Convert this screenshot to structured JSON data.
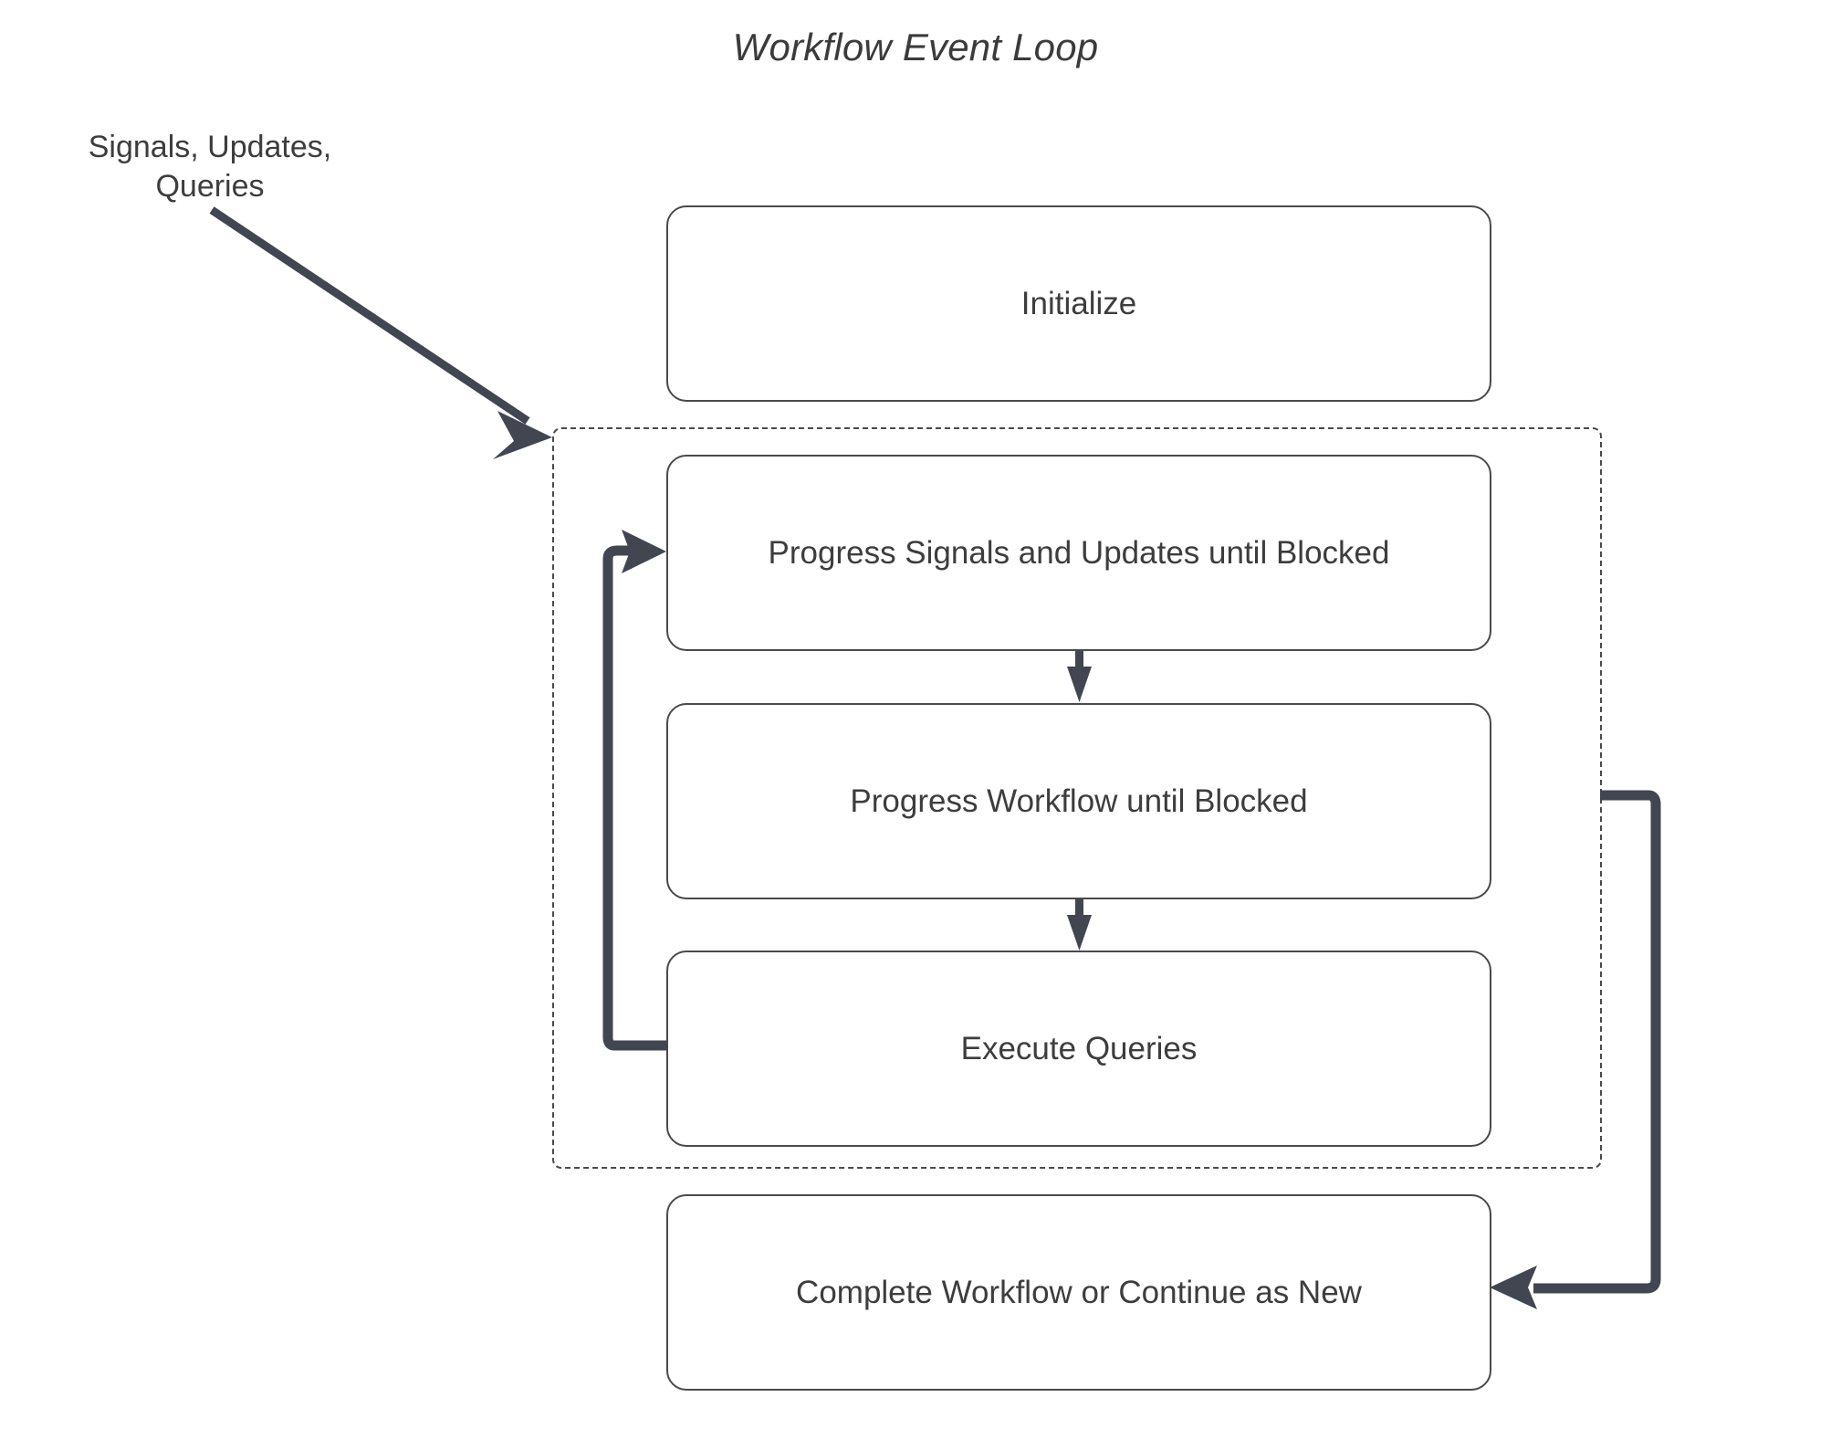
{
  "diagram": {
    "title": "Workflow Event Loop",
    "type": "flowchart",
    "accent_color": "#414651",
    "border_color": "#4a4a4a",
    "text_color": "#3d3d3d",
    "background_color": "#ffffff"
  },
  "external_labels": [
    {
      "name": "signals-updates-queries-label",
      "line1": "Signals, Updates,",
      "line2": "Queries"
    }
  ],
  "nodes": [
    {
      "id": "initialize",
      "label": "Initialize"
    },
    {
      "id": "progress-signals",
      "label": "Progress Signals and Updates until Blocked"
    },
    {
      "id": "progress-workflow",
      "label": "Progress Workflow until Blocked"
    },
    {
      "id": "execute-queries",
      "label": "Execute Queries"
    },
    {
      "id": "complete-workflow",
      "label": "Complete Workflow or Continue as New"
    }
  ],
  "groups": [
    {
      "id": "event-loop-group",
      "label": "",
      "style": "dashed"
    }
  ],
  "edges": [
    {
      "from": "signals-updates-queries-label",
      "to": "event-loop-group",
      "style": "diagonal-arrow"
    },
    {
      "from": "progress-signals",
      "to": "progress-workflow",
      "style": "vertical-arrow"
    },
    {
      "from": "progress-workflow",
      "to": "execute-queries",
      "style": "vertical-arrow"
    },
    {
      "from": "execute-queries",
      "to": "progress-signals",
      "style": "loop-back-left"
    },
    {
      "from": "event-loop-group",
      "to": "complete-workflow",
      "style": "loop-back-right"
    }
  ]
}
